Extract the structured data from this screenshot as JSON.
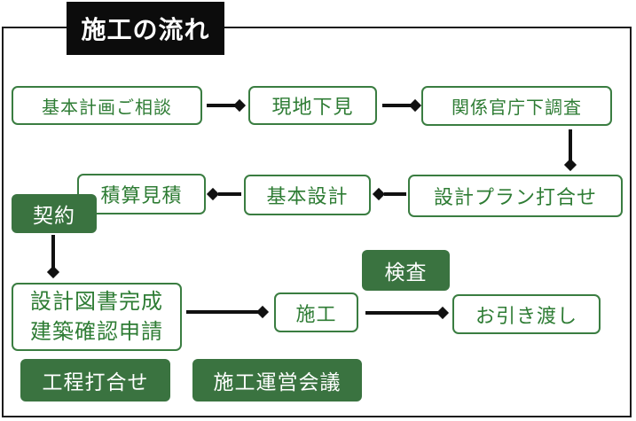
{
  "title": "施工の流れ",
  "palette": {
    "green_fill": "#3a7340",
    "green_border": "#3a7d41",
    "green_text": "#2e7c34",
    "title_bg": "#0c0c0c",
    "arrow": "#111111",
    "frame_border": "#1c1c1c"
  },
  "steps": {
    "consult": "基本計画ご相談",
    "site_visit": "現地下見",
    "agency_research": "関係官庁下調査",
    "design_plan_meeting": "設計プラン打合せ",
    "basic_design": "基本設計",
    "estimate": "積算見積",
    "contract": "契約",
    "docs_line1": "設計図書完成",
    "docs_line2": "建築確認申請",
    "construction": "施工",
    "inspection": "検査",
    "handover": "お引き渡し",
    "schedule_meeting": "工程打合せ",
    "operation_meeting": "施工運営会議"
  }
}
